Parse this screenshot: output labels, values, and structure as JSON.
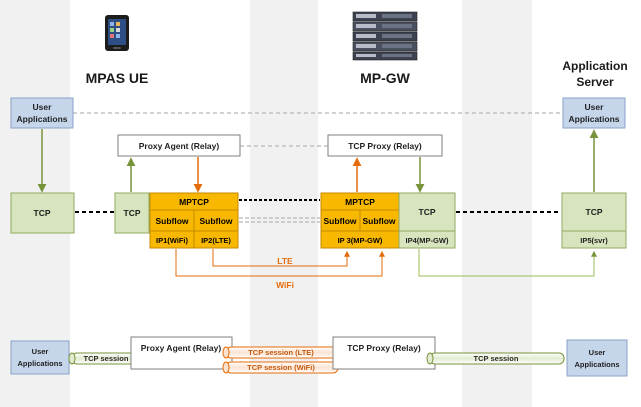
{
  "headings": {
    "ue": "MPAS UE",
    "gw": "MP-GW",
    "server_line1": "Application",
    "server_line2": "Server"
  },
  "user_apps": {
    "line1": "User",
    "line2": "Applications"
  },
  "proxy_agent": "Proxy Agent (Relay)",
  "tcp_proxy": "TCP Proxy (Relay)",
  "tcp": "TCP",
  "mptcp": "MPTCP",
  "subflow": "Subflow",
  "ip_labels": {
    "ue_wifi": "IP1(WiFi)",
    "ue_lte": "IP2(LTE)",
    "gw_ip3": "IP 3(MP-GW)",
    "gw_ip4": "IP4(MP-GW)",
    "svr": "IP5(svr)"
  },
  "paths": {
    "lte": "LTE",
    "wifi": "WiFi"
  },
  "session": {
    "tcp_session": "TCP session",
    "tcp_session_lte": "TCP session (LTE)",
    "tcp_session_wifi": "TCP session (WiFi)"
  },
  "colors": {
    "blue_box": "#c5d5ea",
    "blue_border": "#8aa2c8",
    "green_box": "#d7e4bd",
    "green_border": "#8faa5f",
    "green_arrow": "#77933c",
    "orange_box": "#f9b800",
    "orange_border": "#c58a00",
    "orange_line": "#e46c0a",
    "band": "#f1f1f1"
  }
}
